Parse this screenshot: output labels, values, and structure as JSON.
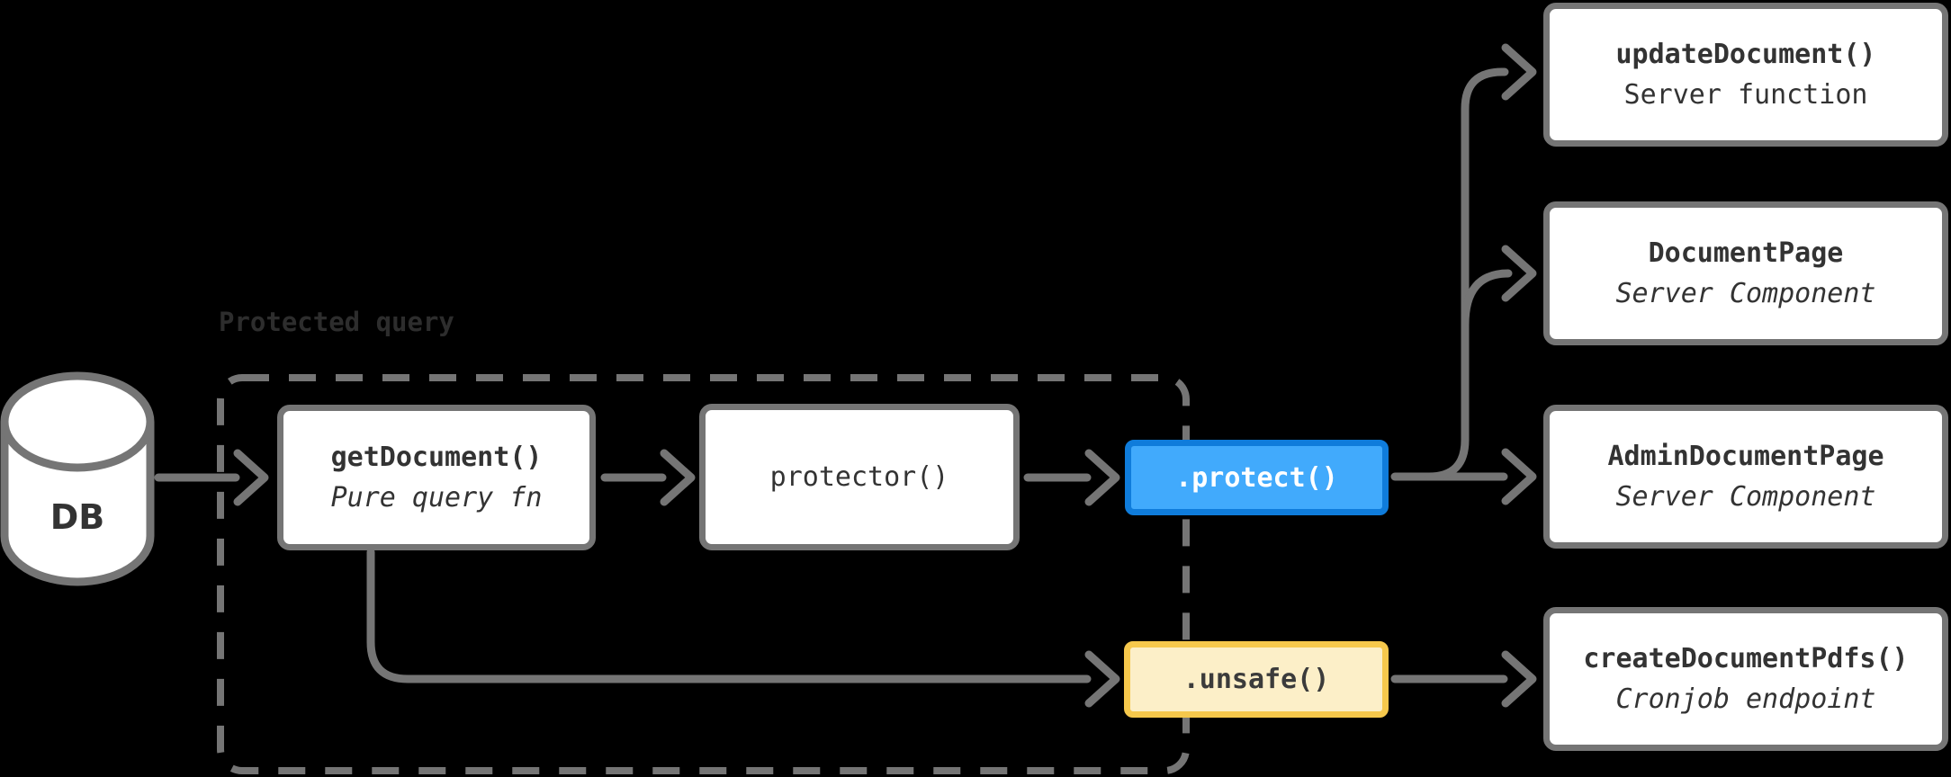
{
  "colors": {
    "bg": "#000000",
    "gray": "#757575",
    "text_dark": "#333333",
    "label_dim": "#2d2d2d",
    "blue_fill": "#41AAFC",
    "blue_border": "#0F7CDB",
    "yellow_fill": "#FCEFC8",
    "yellow_border": "#F6C84C",
    "node_bg": "#ffffff"
  },
  "db": {
    "label": "DB"
  },
  "group": {
    "label": "Protected query"
  },
  "nodes": {
    "getDocument": {
      "title": "getDocument()",
      "subtitle": "Pure query fn"
    },
    "protector": {
      "title": "protector()"
    },
    "protect": {
      "label": ".protect()"
    },
    "unsafe": {
      "label": ".unsafe()"
    },
    "updateDocument": {
      "title": "updateDocument()",
      "subtitle": "Server function"
    },
    "documentPage": {
      "title": "DocumentPage",
      "subtitle": "Server Component"
    },
    "adminDocumentPage": {
      "title": "AdminDocumentPage",
      "subtitle": "Server Component"
    },
    "createDocumentPdfs": {
      "title": "createDocumentPdfs()",
      "subtitle": "Cronjob endpoint"
    }
  }
}
